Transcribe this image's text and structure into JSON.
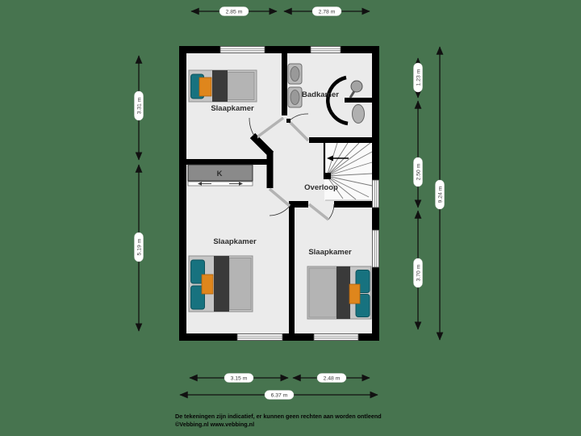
{
  "rooms": {
    "slaapkamer_tl": "Slaapkamer",
    "badkamer": "Badkamer",
    "overloop": "Overloop",
    "slaapkamer_bl": "Slaapkamer",
    "slaapkamer_br": "Slaapkamer",
    "kast": "K"
  },
  "dimensions": {
    "top1": "2.85 m",
    "top2": "2.78 m",
    "left1": "3.31 m",
    "left2": "5.19 m",
    "right1": "1.23 m",
    "right2": "2.50 m",
    "right3": "3.70 m",
    "right_total": "9.24 m",
    "bottom1": "3.15 m",
    "bottom2": "2.48 m",
    "bottom_total": "6.37 m"
  },
  "footer": {
    "line1": "De tekeningen zijn indicatief, er kunnen geen rechten aan worden ontleend",
    "line2": "©Vebbing.nl www.vebbing.nl"
  },
  "colors": {
    "background": "#47744F",
    "floor": "#EBEBEB",
    "wall": "#000000",
    "closet": "#8A8A8A",
    "bed_teal": "#17727F",
    "bed_orange": "#DF861C"
  }
}
